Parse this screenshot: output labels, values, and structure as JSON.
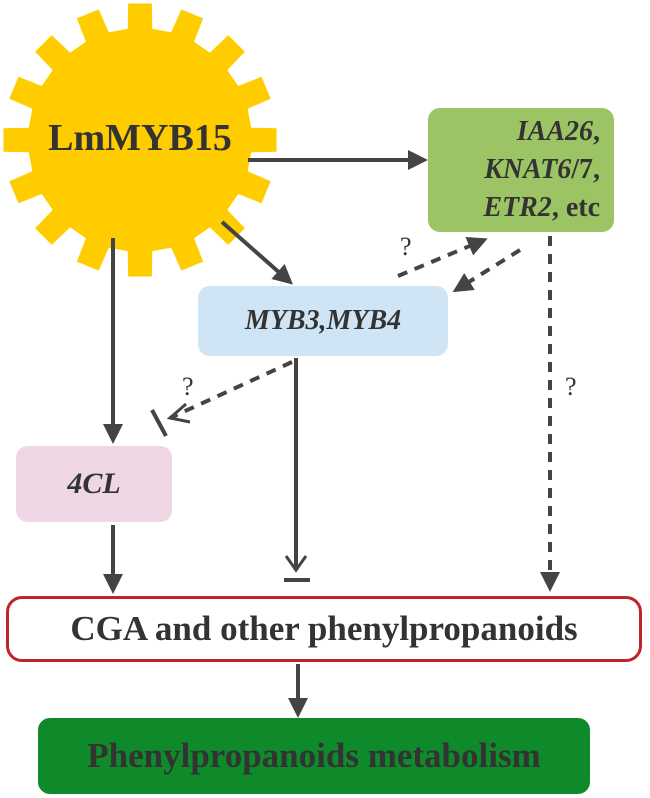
{
  "nodes": {
    "regulator": {
      "label": "LmMYB15"
    },
    "genes": {
      "line1_gene": "IAA26",
      "line1_suffix": ",",
      "line2_gene": "KNAT6",
      "line2_suffix": "/7,",
      "line3_gene": "ETR2",
      "line3_suffix": ", etc"
    },
    "myb": {
      "label": "MYB3,MYB4"
    },
    "enzyme": {
      "label": "4CL"
    },
    "products": {
      "label": "CGA and other phenylpropanoids"
    },
    "metabolism": {
      "label": "Phenylpropanoids metabolism"
    }
  },
  "question_marks": {
    "genes_myb": "?",
    "myb_4cl": "?",
    "genes_cga": "?"
  },
  "colors": {
    "regulator_fill": "#ffcc00",
    "genes_fill": "#9cc464",
    "myb_fill": "#cfe5f5",
    "enzyme_fill": "#efd6e4",
    "products_border": "#c0242a",
    "metabolism_fill": "#0f8a2a",
    "arrow": "#444444"
  }
}
